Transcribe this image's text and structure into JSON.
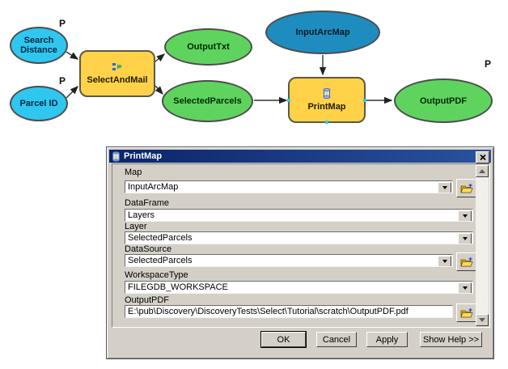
{
  "model_diagram": {
    "parameter_mark": "P",
    "nodes": [
      {
        "label": "Search Distance",
        "type": "input-parameter",
        "shape": "ellipse",
        "color": "#2FC7F0",
        "has_p_mark": true
      },
      {
        "label": "Parcel ID",
        "type": "input-parameter",
        "shape": "ellipse",
        "color": "#2FC7F0",
        "has_p_mark": true
      },
      {
        "label": "SelectAndMail",
        "type": "model-tool",
        "shape": "rounded-rect",
        "color": "#FFD24A",
        "icon": "model-icon"
      },
      {
        "label": "OutputTxt",
        "type": "derived-output",
        "shape": "ellipse",
        "color": "#5ED45E"
      },
      {
        "label": "SelectedParcels",
        "type": "derived-output",
        "shape": "ellipse",
        "color": "#5ED45E"
      },
      {
        "label": "InputArcMap",
        "type": "input-variable",
        "shape": "ellipse",
        "color": "#1F8CBF"
      },
      {
        "label": "PrintMap",
        "type": "script-tool",
        "shape": "rounded-rect",
        "color": "#FFD24A",
        "icon": "script-icon"
      },
      {
        "label": "OutputPDF",
        "type": "derived-output",
        "shape": "ellipse",
        "color": "#5ED45E",
        "has_p_mark": true
      }
    ],
    "connections": [
      {
        "from": "Search Distance",
        "to": "SelectAndMail"
      },
      {
        "from": "Parcel ID",
        "to": "SelectAndMail"
      },
      {
        "from": "SelectAndMail",
        "to": "OutputTxt"
      },
      {
        "from": "SelectAndMail",
        "to": "SelectedParcels"
      },
      {
        "from": "SelectedParcels",
        "to": "PrintMap"
      },
      {
        "from": "InputArcMap",
        "to": "PrintMap"
      },
      {
        "from": "PrintMap",
        "to": "OutputPDF"
      }
    ]
  },
  "dialog": {
    "title": "PrintMap",
    "title_icon": "script-icon",
    "close_icon": "close-icon",
    "fields": [
      {
        "label": "Map",
        "value": "InputArcMap",
        "kind": "combo-browse"
      },
      {
        "label": "DataFrame",
        "value": "Layers",
        "kind": "combo"
      },
      {
        "label": "Layer",
        "value": "SelectedParcels",
        "kind": "combo"
      },
      {
        "label": "DataSource",
        "value": "SelectedParcels",
        "kind": "combo-browse"
      },
      {
        "label": "WorkspaceType",
        "value": "FILEGDB_WORKSPACE",
        "kind": "combo"
      },
      {
        "label": "OutputPDF",
        "value": "E:\\pub\\Discovery\\DiscoveryTests\\Select\\Tutorial\\scratch\\OutputPDF.pdf",
        "kind": "text-browse"
      }
    ],
    "buttons": [
      {
        "label": "OK",
        "default": true
      },
      {
        "label": "Cancel"
      },
      {
        "label": "Apply"
      },
      {
        "label": "Show Help >>"
      }
    ]
  },
  "icons": {
    "script-icon": "blue scroll glyph",
    "model-icon": "blue chevrons with green diamond",
    "folder-icon": "open yellow folder with blue plus",
    "close-icon": "X",
    "dropdown-icon": "black down triangle",
    "scroll-up-icon": "up triangle",
    "scroll-down-icon": "down triangle"
  },
  "colors": {
    "dialog_bg": "#D4D0C8",
    "titlebar_left": "#0A246A",
    "titlebar_right": "#2A52A0",
    "input_parameter_cyan": "#2FC7F0",
    "input_variable_blue": "#1F8CBF",
    "output_green": "#5ED45E",
    "tool_yellow": "#FFD24A"
  }
}
